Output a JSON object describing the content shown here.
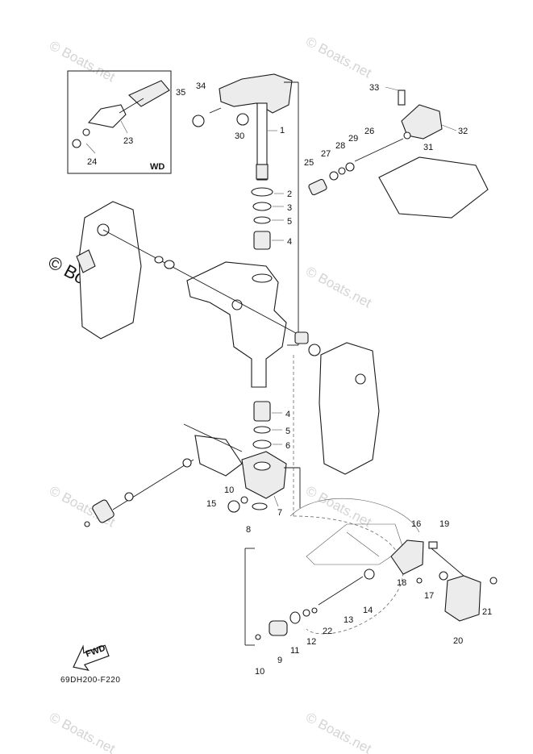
{
  "watermark": {
    "repeated_text": "© Boats.net",
    "main_text": "© Boats.net"
  },
  "inset": {
    "label": "WD"
  },
  "fwd_arrow": {
    "label": "FWD"
  },
  "diagram_code": "69DH200-F220",
  "callouts": {
    "n1": "1",
    "n2": "2",
    "n3": "3",
    "n4a": "4",
    "n4b": "4",
    "n5a": "5",
    "n5b": "5",
    "n6": "6",
    "n7": "7",
    "n8": "8",
    "n9": "9",
    "n10a": "10",
    "n10b": "10",
    "n11": "11",
    "n12": "12",
    "n13": "13",
    "n14": "14",
    "n15": "15",
    "n16": "16",
    "n17": "17",
    "n18": "18",
    "n19": "19",
    "n20": "20",
    "n21": "21",
    "n22": "22",
    "n23": "23",
    "n24": "24",
    "n25": "25",
    "n26": "26",
    "n27": "27",
    "n28": "28",
    "n29": "29",
    "n30": "30",
    "n31": "31",
    "n32": "32",
    "n33": "33",
    "n34": "34",
    "n35": "35"
  },
  "colors": {
    "ink": "#1a1a1a",
    "watermark": "#d4d4d4",
    "background": "#ffffff"
  }
}
